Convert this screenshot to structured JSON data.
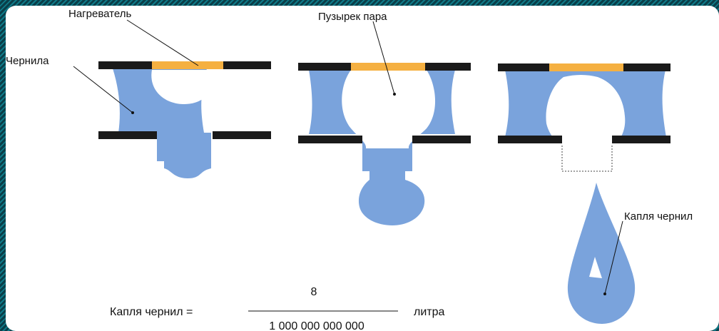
{
  "labels": {
    "heater": "Нагреватель",
    "vapor_bubble": "Пузырек пара",
    "ink": "Чернила",
    "ink_drop": "Капля чернил"
  },
  "formula": {
    "left": "Капля чернил =",
    "numerator": "8",
    "denominator": "1 000 000 000 000",
    "unit": "литра"
  },
  "colors": {
    "ink": "#7aa3dc",
    "heater": "#f5b041",
    "wall": "#1a1a1a",
    "border_pattern": "#0e7a88"
  }
}
